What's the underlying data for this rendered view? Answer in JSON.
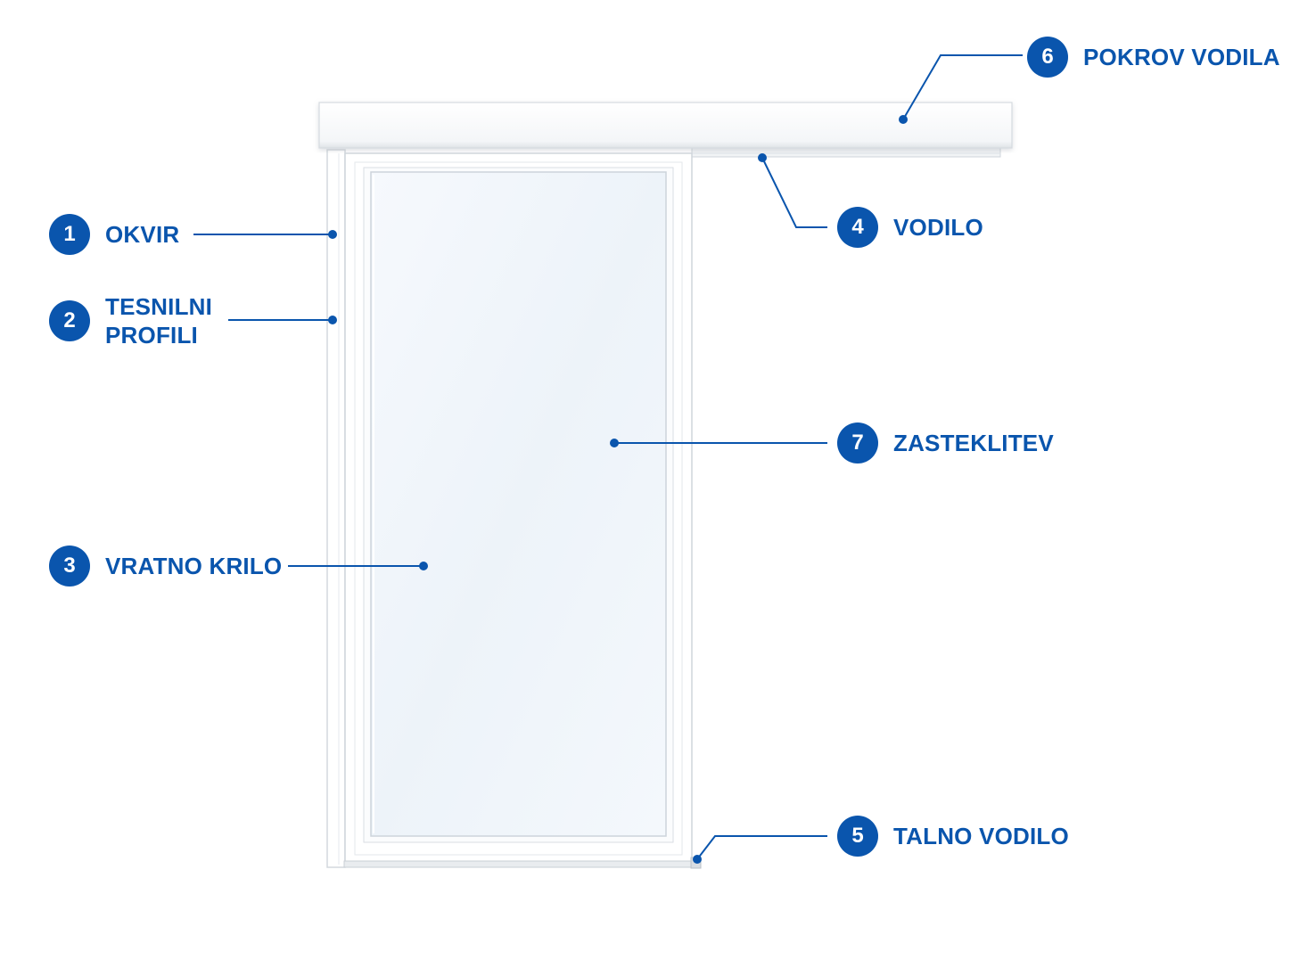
{
  "colors": {
    "accent": "#0a55ad",
    "frame": "#ffffff",
    "frame_edge": "#d9dde2",
    "glass": "#eef4fa"
  },
  "callouts": [
    {
      "number": "1",
      "label": "OKVIR"
    },
    {
      "number": "2",
      "label_line1": "TESNILNI",
      "label_line2": "PROFILI"
    },
    {
      "number": "3",
      "label": "VRATNO KRILO"
    },
    {
      "number": "4",
      "label": "VODILO"
    },
    {
      "number": "5",
      "label": "TALNO VODILO"
    },
    {
      "number": "6",
      "label": "POKROV VODILA"
    },
    {
      "number": "7",
      "label": "ZASTEKLITEV"
    }
  ]
}
